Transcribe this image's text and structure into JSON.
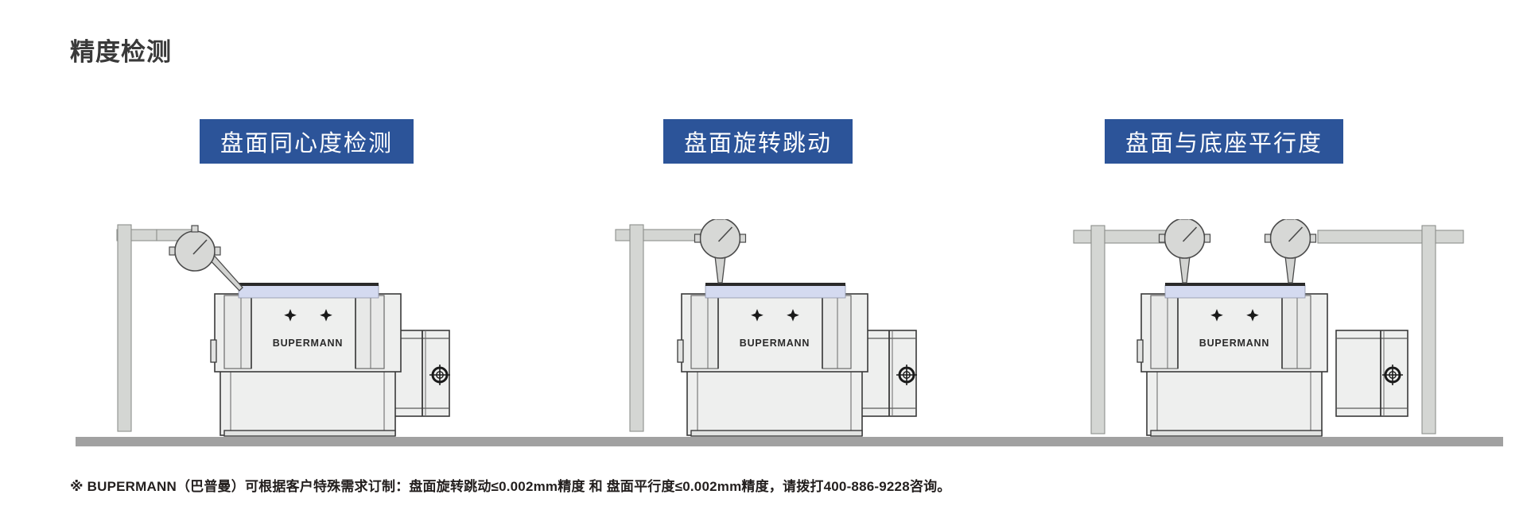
{
  "page": {
    "title": "精度检测",
    "background_color": "#ffffff",
    "title_color": "#3a3a3a"
  },
  "theme": {
    "accent_blue": "#2c5499",
    "ground_gray": "#a1a1a1",
    "machine_body": "#eeefee",
    "machine_outline": "#3a3a3a",
    "plate_blue": "#d4daf0",
    "post_gray": "#d4d6d3",
    "gauge_face": "#d7d8d6"
  },
  "sections": [
    {
      "id": "section-1",
      "label": "盘面同心度检测",
      "diagram": {
        "name": "concentricity-test-diagram",
        "brand_text": "BUPERMANN",
        "gauge_count": 1,
        "post_count": 1,
        "probe_orientation": "diagonal"
      }
    },
    {
      "id": "section-2",
      "label": "盘面旋转跳动",
      "diagram": {
        "name": "runout-test-diagram",
        "brand_text": "BUPERMANN",
        "gauge_count": 1,
        "post_count": 1,
        "probe_orientation": "vertical"
      }
    },
    {
      "id": "section-3",
      "label": "盘面与底座平行度",
      "diagram": {
        "name": "parallelism-test-diagram",
        "brand_text": "BUPERMANN",
        "gauge_count": 2,
        "post_count": 2,
        "probe_orientation": "vertical"
      }
    }
  ],
  "footnote": {
    "text": "※ BUPERMANN（巴普曼）可根据客户特殊需求订制：盘面旋转跳动≤0.002mm精度 和 盘面平行度≤0.002mm精度，请拨打400-886-9228咨询。",
    "phone": "400-886-9228",
    "tolerance_runout": "≤0.002mm",
    "tolerance_parallelism": "≤0.002mm"
  }
}
